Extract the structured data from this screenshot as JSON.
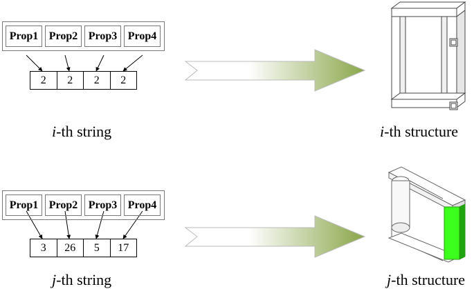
{
  "rows": [
    {
      "props": [
        "Prop1",
        "Prop2",
        "Prop3",
        "Prop4"
      ],
      "values": [
        "2",
        "2",
        "2",
        "2"
      ],
      "string_var": "i",
      "string_suffix": "-th string",
      "structure_var": "i",
      "structure_suffix": "-th structure"
    },
    {
      "props": [
        "Prop1",
        "Prop2",
        "Prop3",
        "Prop4"
      ],
      "values": [
        "3",
        "26",
        "5",
        "17"
      ],
      "string_var": "j",
      "string_suffix": "-th string",
      "structure_var": "j",
      "structure_suffix": "-th structure"
    }
  ],
  "colors": {
    "arrow_gradient_start": "#ffffff",
    "arrow_gradient_end": "#8aa64a",
    "highlight": "#3cff1e"
  }
}
